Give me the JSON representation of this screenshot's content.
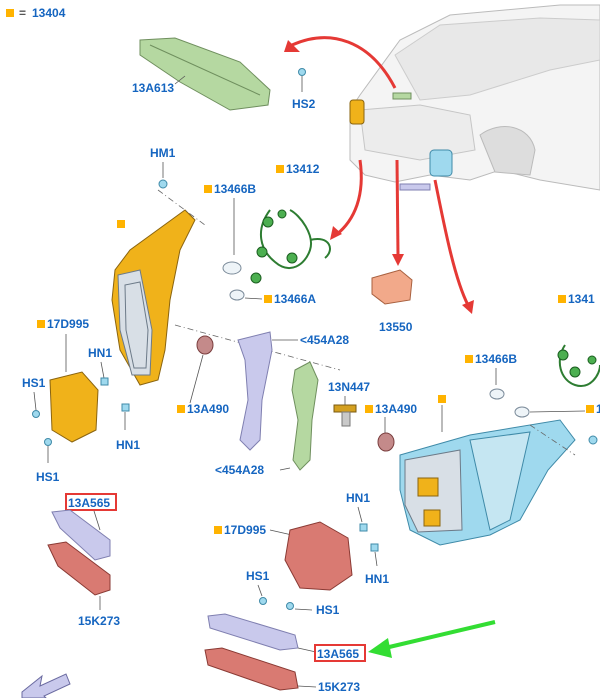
{
  "legend": {
    "swatch_color": "#ffb300",
    "equals": "=",
    "code": "13404"
  },
  "labels": {
    "l_13A613": "13A613",
    "l_HS2": "HS2",
    "l_HM1": "HM1",
    "l_13466B_a": "13466B",
    "l_13412": "13412",
    "l_13466A": "13466A",
    "l_13550": "13550",
    "l_1341": "1341",
    "l_17D995_a": "17D995",
    "l_HN1_a": "HN1",
    "l_HS1_a": "HS1",
    "l_HN1_b": "HN1",
    "l_HS1_b": "HS1",
    "l_13A490_a": "13A490",
    "l_454A28_a": "<454A28",
    "l_13N447": "13N447",
    "l_13A490_b": "13A490",
    "l_13466B_b": "13466B",
    "l_1_r": "1",
    "l_454A28_b": "<454A28",
    "l_13A565_a": "13A565",
    "l_HN1_c": "HN1",
    "l_17D995_b": "17D995",
    "l_HN1_d": "HN1",
    "l_HS1_c": "HS1",
    "l_HS1_d": "HS1",
    "l_15K273_a": "15K273",
    "l_13A565_b": "13A565",
    "l_15K273_b": "15K273"
  },
  "colors": {
    "label_blue": "#1565c0",
    "callout_square": "#ffb300",
    "highlight_red": "#e53935",
    "pointer_green": "#33dd33"
  }
}
